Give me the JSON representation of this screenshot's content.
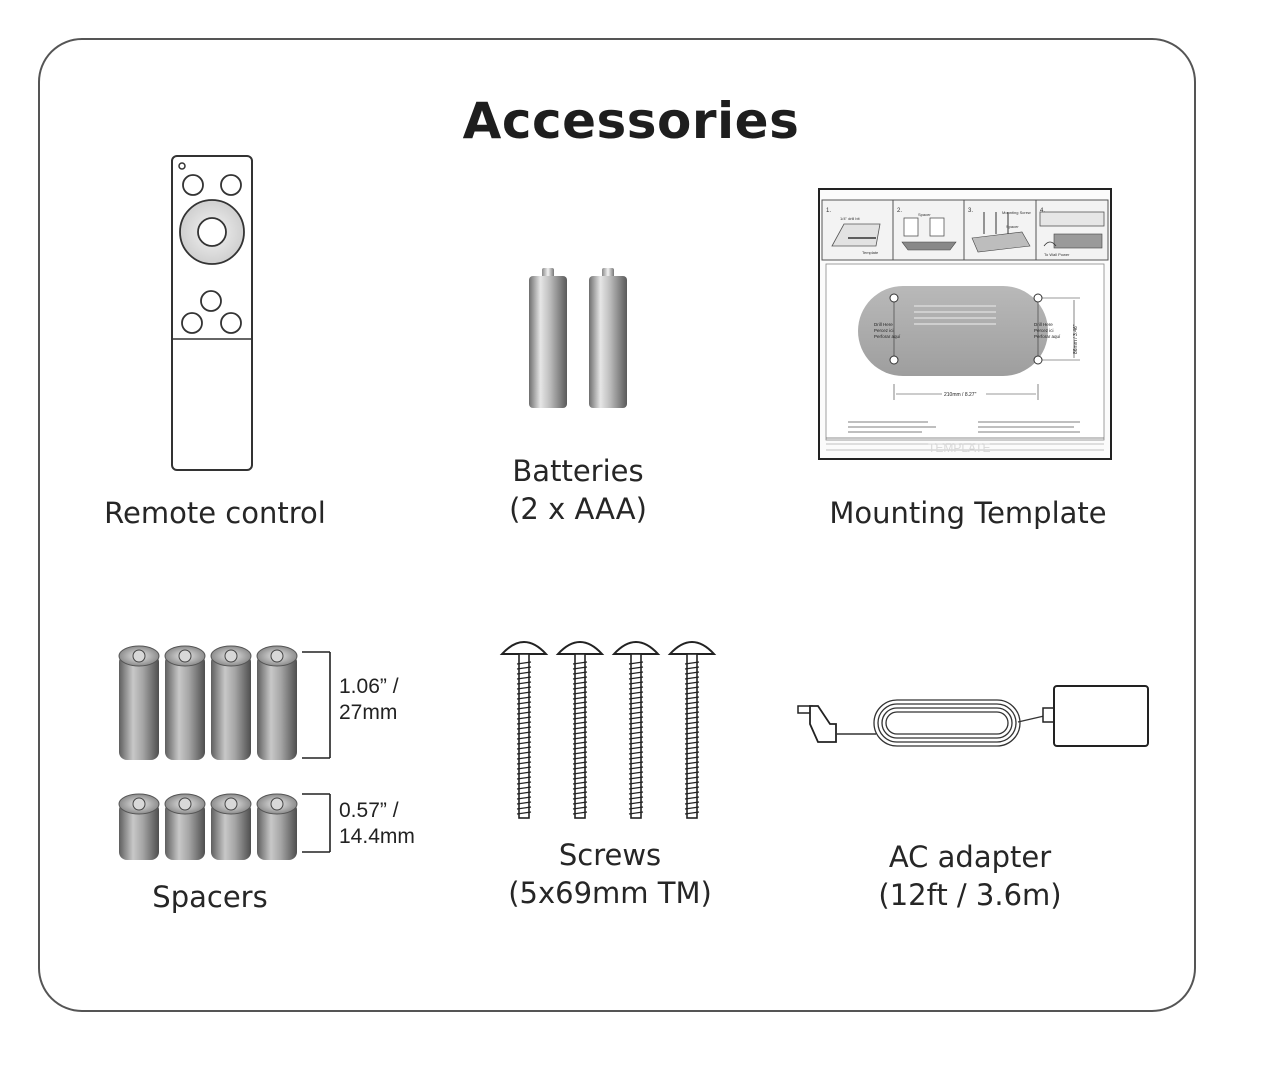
{
  "title": "Accessories",
  "items": [
    {
      "icon": "remote-control-icon",
      "label": "Remote control",
      "sublabel": ""
    },
    {
      "icon": "batteries-icon",
      "label": "Batteries",
      "sublabel": "(2 x AAA)"
    },
    {
      "icon": "mounting-template-icon",
      "label": "Mounting Template",
      "sublabel": ""
    },
    {
      "icon": "spacers-icon",
      "label": "Spacers",
      "sublabel": ""
    },
    {
      "icon": "screws-icon",
      "label": "Screws",
      "sublabel": "(5x69mm TM)"
    },
    {
      "icon": "ac-adapter-icon",
      "label": "AC adapter",
      "sublabel": "(12ft / 3.6m)"
    }
  ],
  "spacer_dimensions": {
    "long": {
      "line1": "1.06” /",
      "line2": "27mm"
    },
    "short": {
      "line1": "0.57” /",
      "line2": "14.4mm"
    }
  },
  "template_sheet": {
    "steps": [
      "1.",
      "2.",
      "3.",
      "4."
    ],
    "step_captions": [
      "1/4\" drill bit",
      "Template",
      "Spacer",
      "Mounting Screw",
      "Spacer",
      "To Wall Power"
    ],
    "drill_here": [
      "Drill Here",
      "Percez ici",
      "Perforar aquí"
    ],
    "width_dimension": "210mm / 8.27\"",
    "height_dimension": "86mm / 3.46\"",
    "footer_word": "TEMPLATE"
  }
}
